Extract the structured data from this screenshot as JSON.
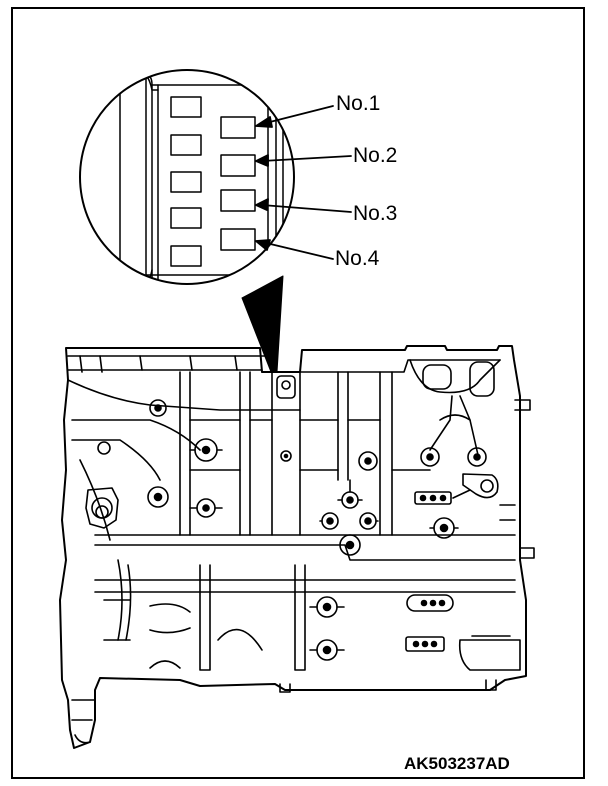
{
  "figure": {
    "id_code": "AK503237AD",
    "callouts": [
      {
        "label": "No.1"
      },
      {
        "label": "No.2"
      },
      {
        "label": "No.3"
      },
      {
        "label": "No.4"
      }
    ]
  },
  "colors": {
    "line": "#000000",
    "background": "#ffffff"
  },
  "icons": [
    "engine-block-illustration",
    "magnified-detail-circle",
    "leader-arrow"
  ]
}
